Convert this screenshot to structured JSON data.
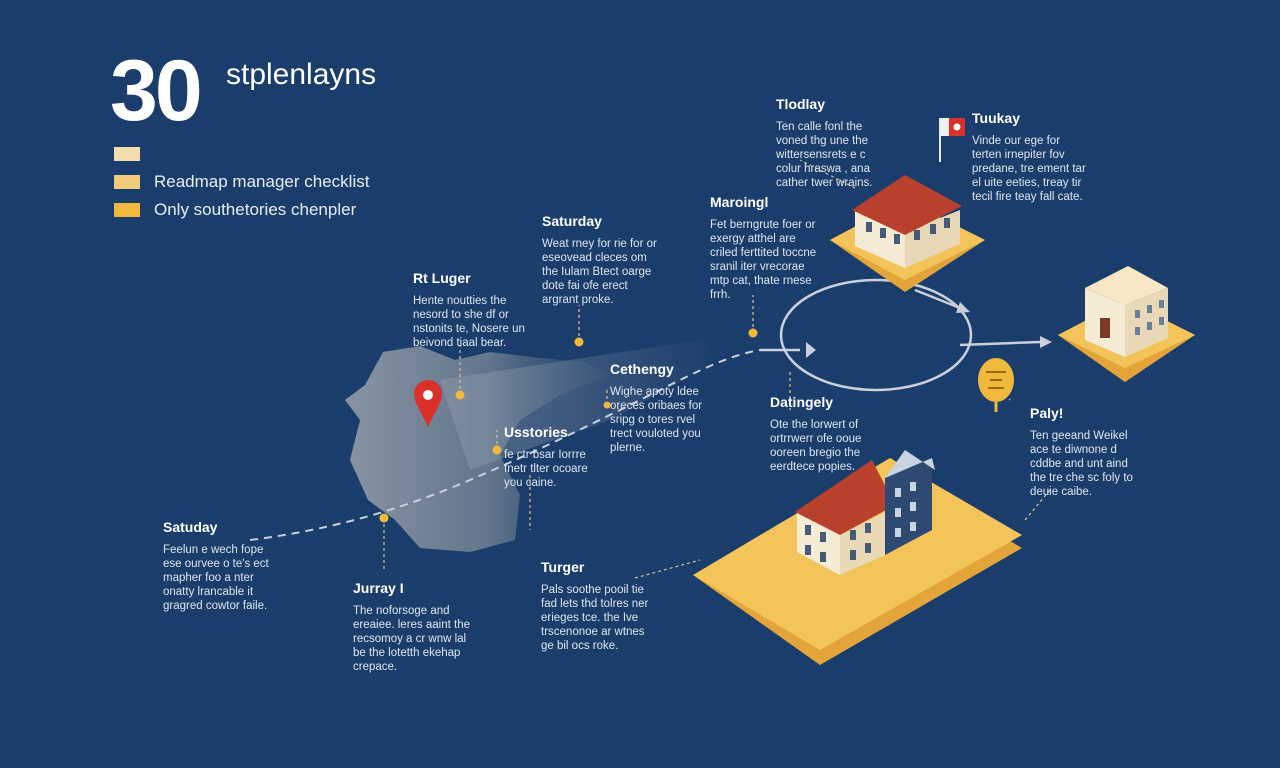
{
  "header": {
    "number": "30",
    "title": "stplenlayns"
  },
  "legend": [
    {
      "color": "#f3dcab",
      "label": ""
    },
    {
      "color": "#f2cc7d",
      "label": "Readmap manager checklist"
    },
    {
      "color": "#f0b93c",
      "label": "Only southetories chenpler"
    }
  ],
  "notes": {
    "rt_luger": {
      "title": "Rt Luger",
      "body": "Hente noutties the nesord to she df or nstonits te, Nosere un beivond tiaal bear."
    },
    "saturday_top": {
      "title": "Saturday",
      "body": "Weat rney for rie for or eseovead cleces om the Iulam Btect oarge dote fai ofe erect argrant proke."
    },
    "cethengy": {
      "title": "Cethengy",
      "body": "Wighe apoty ldee oreces oribaes for sripg o tores rvel trect vouloted you plerne."
    },
    "usstories": {
      "title": "Usstories",
      "body": "fe ctr bsar Iorrre fnetr tlter ocoare you caine."
    },
    "saturday_left": {
      "title": "Satuday",
      "body": "Feelun e wech fope ese ourvee o te's ect mapher foo a nter onatty lrancable it gragred cowtor faile."
    },
    "jurray": {
      "title": "Jurray I",
      "body": "The noforsoge and ereaiee. leres aaint the recsomoy a cr wnw lal be the lotetth ekehap crepace."
    },
    "turger": {
      "title": "Turger",
      "body": "Pals soothe pooil tie fad lets thd tolres ner erieges tce. the Ive trscenonoe ar wtnes ge bil ocs roke."
    },
    "maroingl": {
      "title": "Maroingl",
      "body": "Fet berngrute foer or exergy atthel are criled ferttited toccne sranil iter vrecorae mtp cat, thate rnese frrh."
    },
    "tlodlay": {
      "title": "Tlodlay",
      "body": "Ten calle fonl the voned thg une the wittersensrets e c colur hraswa , ana cather twer wrains."
    },
    "tuukay": {
      "title": "Tuukay",
      "body": "Vinde our ege for terten irnepiter fov predane, tre ement tar el uite eeties, treay tir tecil fire teay fall cate."
    },
    "datingely": {
      "title": "Datingely",
      "body": "Ote the lorwert of ortrrwerr ofe ooue ooreen bregio the eerdtece popies."
    },
    "paly": {
      "title": "Paly!",
      "body": "Ten geeand Weikel ace te diwnone d cddbe and unt aind the tre che sc foly to deuie caibe."
    }
  },
  "colors": {
    "background": "#1b3d6b",
    "accent_gold": "#f0b93c",
    "platform": "#f2c45a",
    "roof": "#b8402c",
    "route": "#c9d0dc",
    "pin": "#d9302a"
  }
}
